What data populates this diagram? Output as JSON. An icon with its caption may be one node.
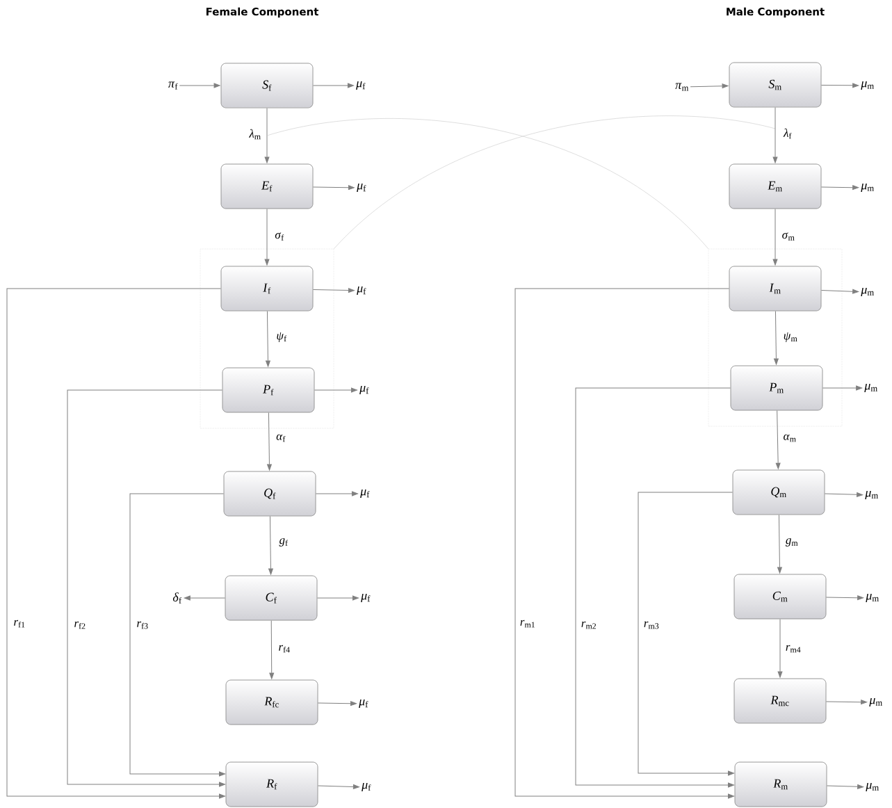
{
  "diagram": {
    "nodes": [
      {
        "text": [
          "*S*$_{f}$"
        ]
      },
      {
        "text": [
          "*E*$_{f}$"
        ]
      },
      {
        "text": [],
        "shape": "box"
      },
      {
        "text": [
          "*I*$_{f}$"
        ],
        "in": 2
      },
      {
        "text": [
          "*P*$_{f}$"
        ],
        "in": 2
      },
      {
        "text": [
          "*Q*$_{f}$"
        ]
      },
      {
        "text": [
          "*C*$_{f}$"
        ]
      },
      {
        "text": [
          "*R*$_{fc}$"
        ]
      },
      {
        "text": [
          "*R*$_{f}$"
        ]
      },
      {
        "text": [
          "*π*$_{f}$"
        ]
      },
      {
        "text": [
          "*δ*$_{f}$"
        ]
      },
      {
        "text": [
          "*μ*$_{f}$"
        ]
      },
      {
        "text": [
          "*μ*$_{f}$"
        ]
      },
      {
        "text": [
          "*μ*$_{f}$"
        ]
      },
      {
        "text": [
          "*μ*$_{f}$"
        ]
      },
      {
        "text": [
          "*μ*$_{f}$"
        ]
      },
      {
        "text": [
          "*μ*$_{f}$"
        ]
      },
      {
        "text": [
          "*μ*$_{f}$"
        ]
      },
      {
        "text": [
          "*μ*$_{f}$"
        ]
      },
      {
        "text": [
          "*S*$_{m}$"
        ]
      },
      {
        "text": [
          "*E*$_{m}$"
        ]
      },
      {
        "text": [],
        "shape": "box"
      },
      {
        "text": [
          "*I*$_{m}$"
        ],
        "in": 21
      },
      {
        "text": [
          "*P*$_{m}$"
        ],
        "in": 21
      },
      {
        "text": [
          "*Q*$_{m}$"
        ]
      },
      {
        "text": [
          "*C*$_{m}$"
        ]
      },
      {
        "text": [
          "*R*$_{mc}$"
        ]
      },
      {
        "text": [
          "*R*$_{m}$"
        ]
      },
      {
        "text": [
          "*π*$_{m}$"
        ]
      },
      {
        "text": [
          "*μ*$_{m}$"
        ]
      },
      {
        "text": [
          "*μ*$_{m}$"
        ]
      },
      {
        "text": [
          "*μ*$_{m}$"
        ]
      },
      {
        "text": [
          "*μ*$_{m}$"
        ]
      },
      {
        "text": [
          "*μ*$_{m}$"
        ]
      },
      {
        "text": [
          "*μ*$_{m}$"
        ]
      },
      {
        "text": [
          "*μ*$_{m}$"
        ]
      },
      {
        "text": [
          "*μ*$_{m}$"
        ]
      }
    ],
    "edges": [
      {
        "from": 9,
        "to": 0,
        "arrow": "to"
      },
      {
        "from": 0,
        "to": 11,
        "arrow": "to"
      },
      {
        "from": 0,
        "to": 1,
        "arrow": "to",
        "label": "*λ*$_{m}$"
      },
      {
        "from": 1,
        "to": 12,
        "arrow": "to"
      },
      {
        "from": 1,
        "to": 3,
        "arrow": "to",
        "label": "*σ*$_{f}$"
      },
      {
        "from": 3,
        "to": 13,
        "arrow": "to"
      },
      {
        "from": 3,
        "to": 4,
        "arrow": "to",
        "label": "*ψ*$_{f}$"
      },
      {
        "from": 4,
        "to": 14,
        "arrow": "to"
      },
      {
        "from": 4,
        "to": 5,
        "arrow": "to",
        "label": "*α*$_{f}$"
      },
      {
        "from": 5,
        "to": 15,
        "arrow": "to"
      },
      {
        "from": 5,
        "to": 6,
        "arrow": "to",
        "label": "*g*$_{f}$"
      },
      {
        "from": 6,
        "to": 16,
        "arrow": "to"
      },
      {
        "from": 6,
        "to": 10,
        "arrow": "to"
      },
      {
        "from": 6,
        "to": 7,
        "arrow": "to",
        "label": "*r*$_{f4}$"
      },
      {
        "from": 7,
        "to": 17,
        "arrow": "to"
      },
      {
        "from": 8,
        "to": 18,
        "arrow": "to"
      },
      {
        "from": 3,
        "to": 8,
        "arrow": "to",
        "label": "*r*$_{f1}$"
      },
      {
        "from": 4,
        "to": 8,
        "arrow": "to",
        "label": "*r*$_{f2}$"
      },
      {
        "from": 5,
        "to": 8,
        "arrow": "to",
        "label": "*r*$_{f3}$"
      },
      {
        "from": 2,
        "to": null,
        "arrow": "none",
        "color": "#c8c8c8"
      },
      {
        "from": 28,
        "to": 19,
        "arrow": "to"
      },
      {
        "from": 19,
        "to": 29,
        "arrow": "to"
      },
      {
        "from": 19,
        "to": 20,
        "arrow": "to",
        "label": "*λ*$_{f}$"
      },
      {
        "from": 20,
        "to": 30,
        "arrow": "to"
      },
      {
        "from": 20,
        "to": 22,
        "arrow": "to",
        "label": "*σ*$_{m}$"
      },
      {
        "from": 22,
        "to": 31,
        "arrow": "to"
      },
      {
        "from": 22,
        "to": 23,
        "arrow": "to",
        "label": "*ψ*$_{m}$"
      },
      {
        "from": 23,
        "to": 32,
        "arrow": "to"
      },
      {
        "from": 23,
        "to": 24,
        "arrow": "to",
        "label": "*α*$_{m}$"
      },
      {
        "from": 24,
        "to": 33,
        "arrow": "to"
      },
      {
        "from": 24,
        "to": 25,
        "arrow": "to",
        "label": "*g*$_{m}$"
      },
      {
        "from": 25,
        "to": 34,
        "arrow": "to"
      },
      {
        "from": 25,
        "to": 26,
        "arrow": "to",
        "label": "*r*$_{m4}$"
      },
      {
        "from": 26,
        "to": 35,
        "arrow": "to"
      },
      {
        "from": 27,
        "to": 36,
        "arrow": "to"
      },
      {
        "from": 22,
        "to": 27,
        "arrow": "to",
        "label": "*r*$_{m1}$"
      },
      {
        "from": 23,
        "to": 27,
        "arrow": "to",
        "label": "*r*$_{m2}$"
      },
      {
        "from": 24,
        "to": 27,
        "arrow": "to",
        "label": "*r*$_{m3}$"
      },
      {
        "from": 21,
        "to": null,
        "arrow": "none",
        "color": "#c8c8c8"
      }
    ],
    "labels": [
      "Female Component",
      "Male Component"
    ]
  }
}
